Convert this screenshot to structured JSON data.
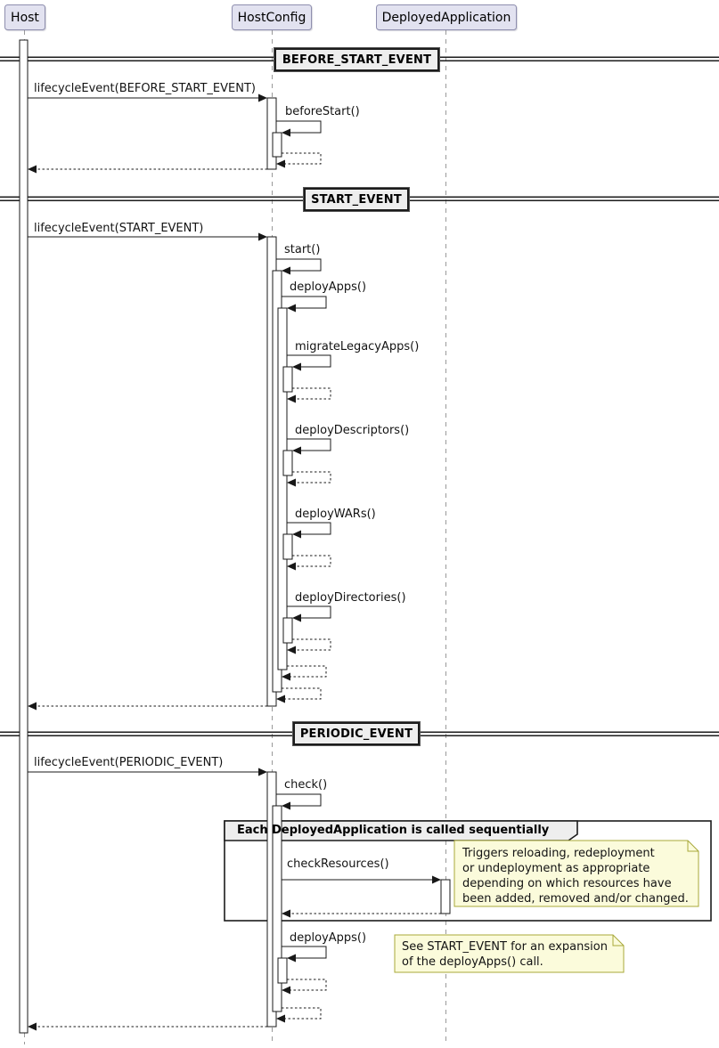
{
  "diagram": {
    "kind": "uml-sequence-diagram"
  },
  "participants": {
    "host": "Host",
    "host_config": "HostConfig",
    "deployed_application": "DeployedApplication"
  },
  "dividers": {
    "before_start": "BEFORE_START_EVENT",
    "start": "START_EVENT",
    "periodic": "PERIODIC_EVENT"
  },
  "messages": {
    "lifecycle_before_start": "lifecycleEvent(BEFORE_START_EVENT)",
    "before_start": "beforeStart()",
    "lifecycle_start": "lifecycleEvent(START_EVENT)",
    "start": "start()",
    "deploy_apps": "deployApps()",
    "migrate_legacy_apps": "migrateLegacyApps()",
    "deploy_descriptors": "deployDescriptors()",
    "deploy_wars": "deployWARs()",
    "deploy_directories": "deployDirectories()",
    "lifecycle_periodic": "lifecycleEvent(PERIODIC_EVENT)",
    "check": "check()",
    "check_resources": "checkResources()",
    "deploy_apps_2": "deployApps()"
  },
  "group": {
    "label": "Each DeployedApplication is called sequentially"
  },
  "notes": {
    "check_resources": "Triggers reloading, redeployment\nor undeployment as appropriate\ndepending on which resources have\nbeen added, removed and/or changed.",
    "deploy_apps": "See START_EVENT for an expansion\nof the deployApps() call."
  },
  "colors": {
    "participant_fill": "#E2E2F0",
    "participant_border": "#8E8EAE",
    "divider_fill": "#EEEEEE",
    "note_fill": "#FBFBDB",
    "note_border": "#A8A83A",
    "line": "#181818",
    "lifeline": "#999999",
    "background": "#FFFFFF"
  }
}
